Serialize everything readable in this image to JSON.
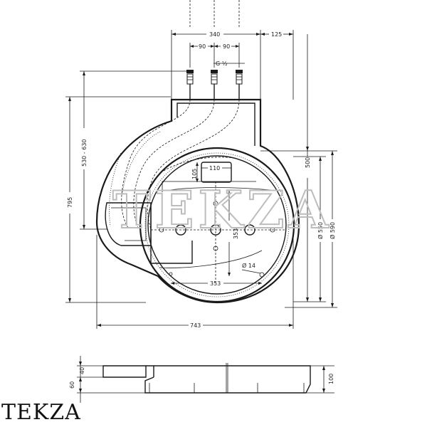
{
  "brand": {
    "name": "TEKZA"
  },
  "drawing": {
    "top_view": {
      "dims": {
        "width_340": "340",
        "offset_125": "125",
        "pitch_left_90": "90",
        "pitch_right_90": "90",
        "thread": "G ½",
        "height_795": "795",
        "range_530_630": "530 - 630",
        "height_500": "500",
        "dia_550": "Ø 550",
        "dia_590": "Ø 590",
        "inner_105": "105",
        "inner_110": "110",
        "inner_353_v": "353",
        "inner_353_h": "353",
        "hole_14": "Ø 14",
        "width_743": "743"
      }
    },
    "side_view": {
      "dims": {
        "h_40": "40",
        "h_60": "60",
        "h_100": "100"
      }
    }
  }
}
